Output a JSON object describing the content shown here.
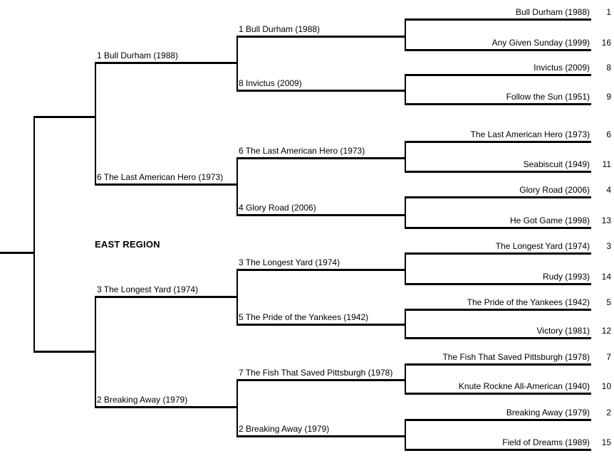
{
  "region": {
    "label": "EAST REGION"
  },
  "bracket": {
    "round1": [
      {
        "title": "Bull Durham (1988)",
        "seed": "1"
      },
      {
        "title": "Any Given Sunday (1999)",
        "seed": "16"
      },
      {
        "title": "Invictus (2009)",
        "seed": "8"
      },
      {
        "title": "Follow the Sun (1951)",
        "seed": "9"
      },
      {
        "title": "The Last American Hero (1973)",
        "seed": "6"
      },
      {
        "title": "Seabiscuit (1949)",
        "seed": "11"
      },
      {
        "title": "Glory Road (2006)",
        "seed": "4"
      },
      {
        "title": "He Got Game (1998)",
        "seed": "13"
      },
      {
        "title": "The Longest Yard (1974)",
        "seed": "3"
      },
      {
        "title": "Rudy (1993)",
        "seed": "14"
      },
      {
        "title": "The Pride of the Yankees (1942)",
        "seed": "5"
      },
      {
        "title": "Victory (1981)",
        "seed": "12"
      },
      {
        "title": "The Fish That Saved Pittsburgh (1978)",
        "seed": "7"
      },
      {
        "title": "Knute Rockne All-American (1940)",
        "seed": "10"
      },
      {
        "title": "Breaking Away (1979)",
        "seed": "2"
      },
      {
        "title": "Field of Dreams (1989)",
        "seed": "15"
      }
    ],
    "round2": [
      "1 Bull Durham (1988)",
      "8 Invictus (2009)",
      "6 The Last American Hero (1973)",
      "4 Glory Road (2006)",
      "3 The Longest Yard (1974)",
      "5 The Pride of the Yankees (1942)",
      "7 The Fish That Saved Pittsburgh (1978)",
      "2 Breaking Away (1979)"
    ],
    "round3": [
      "1 Bull Durham (1988)",
      "6 The Last American Hero (1973)",
      "3 The Longest Yard (1974)",
      "2 Breaking Away (1979)"
    ]
  },
  "colors": {
    "background": "#ffffff",
    "line": "#000000",
    "text": "#000000"
  }
}
